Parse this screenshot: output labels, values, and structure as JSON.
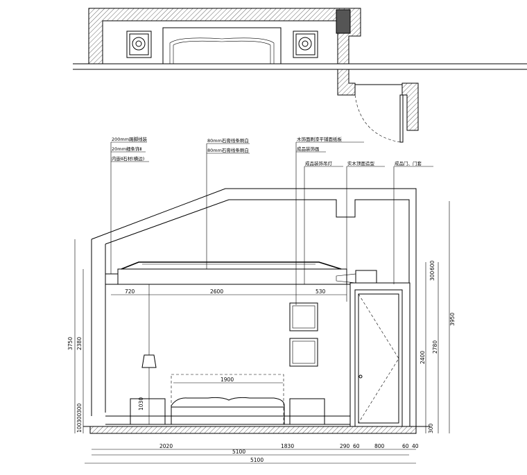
{
  "annotations": [
    "200mm踢脚线装",
    "20mm细条饰Ⅱ",
    "内嵌Ⅱ石材(横边)",
    "80mm石膏线条刷白",
    "80mm石膏线条刷白",
    "木饰面刷漆平铺面纸板",
    "成品装饰画",
    "成品装饰吊灯",
    "实木顶面造型",
    "成品门、门套"
  ],
  "dimensions": {
    "horizontal_top": [
      "720",
      "2600",
      "530"
    ],
    "bed_width": "1900",
    "horizontal_bottom": [
      "2020",
      "1830",
      "290",
      "60",
      "800",
      "60",
      "40"
    ],
    "total_inner": "5100",
    "total_outer": "5100",
    "left_outer": "3750",
    "left_inner": "2380",
    "left_small": [
      "300",
      "300",
      "100"
    ],
    "nightstand": "1030",
    "right_outer": "3950",
    "right_mid": "2780",
    "right_door": "2400",
    "right_top": [
      "300",
      "600"
    ],
    "right_bottom": "300"
  }
}
